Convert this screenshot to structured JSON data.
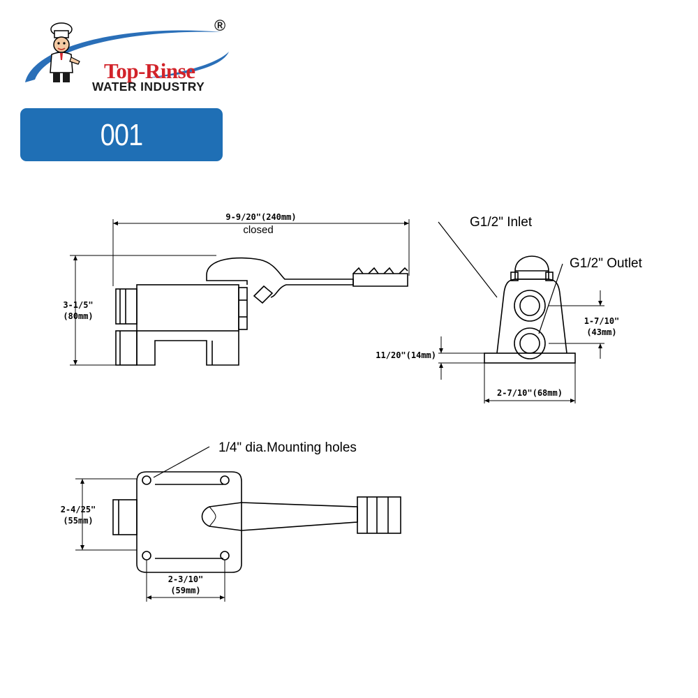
{
  "header": {
    "brand_name": "Top-Rinse",
    "brand_subtitle": "WATER INDUSTRY",
    "registered_mark": "®",
    "model_number": "001",
    "colors": {
      "brand_red": "#d2232a",
      "badge_blue": "#1f6fb5",
      "swoosh_blue": "#2a6fb8"
    }
  },
  "side_view": {
    "overall_length": "9-9/20\"(240mm)",
    "state_note": "closed",
    "height_label": "3-1/5\"",
    "height_mm": "(80mm)"
  },
  "end_view": {
    "inlet_label": "G1/2\" Inlet",
    "outlet_label": "G1/2\" Outlet",
    "port_spacing": "1-7/10\"",
    "port_spacing_mm": "(43mm)",
    "base_thickness": "11/20\"(14mm)",
    "base_width": "2-7/10\"(68mm)"
  },
  "top_view": {
    "holes_label": "1/4\" dia.Mounting holes",
    "body_width": "2-4/25\"",
    "body_width_mm": "(55mm)",
    "hole_spacing": "2-3/10\"",
    "hole_spacing_mm": "(59mm)"
  }
}
